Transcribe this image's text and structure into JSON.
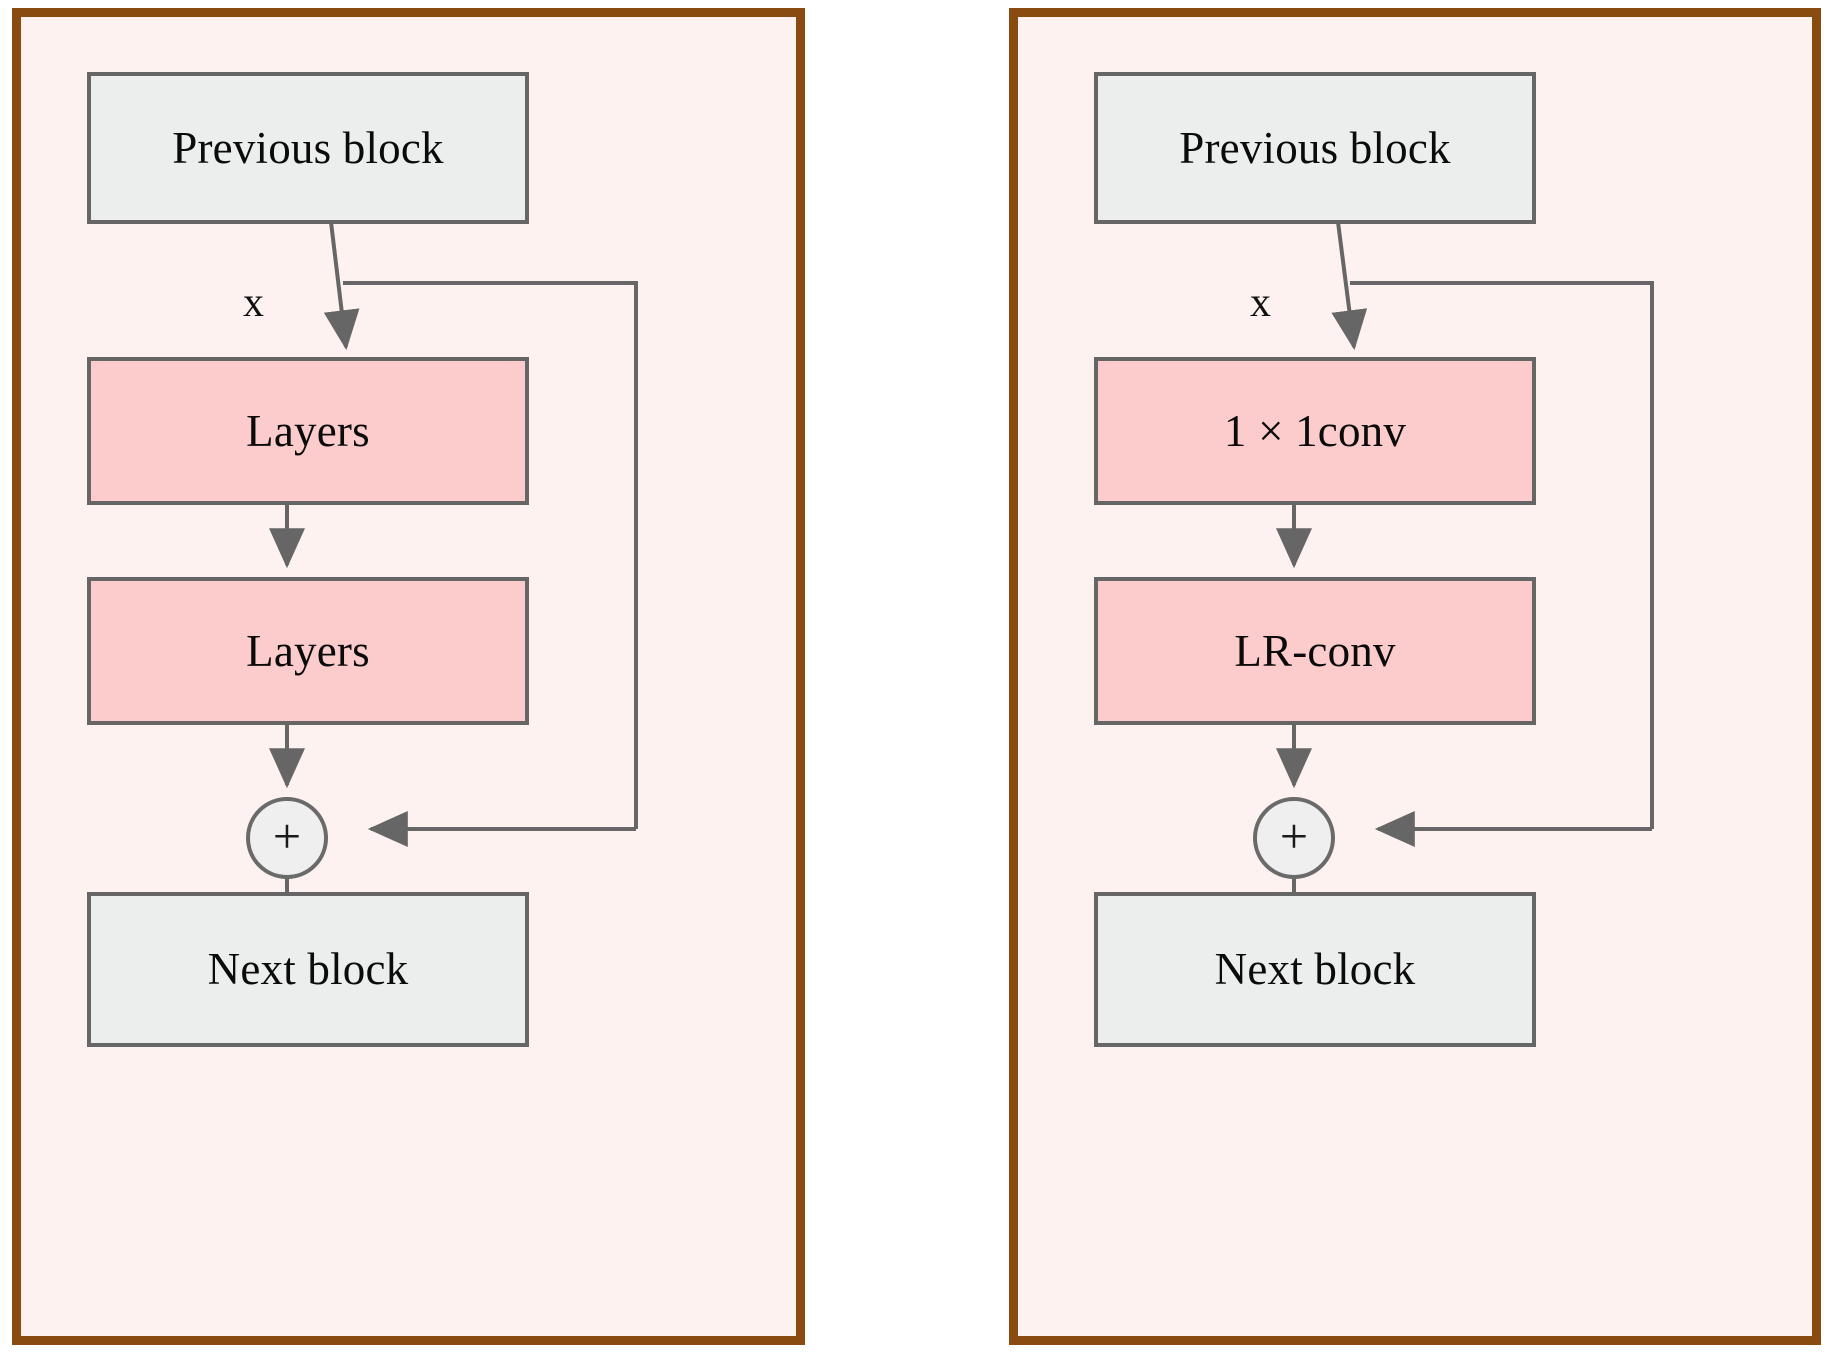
{
  "figure": {
    "background_color": "#ffffff",
    "panel_border_color": "#8a4b10",
    "panel_background_color": "#fdf2ef",
    "gray_node_color": "#eceded",
    "pink_node_color": "#fbcccb",
    "connector_color": "#666666"
  },
  "panels": [
    {
      "id": "left",
      "nodes": {
        "previous_block": "Previous block",
        "first_layers": "Layers",
        "second_layers": "Layers",
        "adder": "+",
        "next_block": "Next block"
      },
      "edge_labels": {
        "identity": "x"
      }
    },
    {
      "id": "right",
      "nodes": {
        "previous_block": "Previous block",
        "first_layers": "1 × 1conv",
        "second_layers": "LR-conv",
        "adder": "+",
        "next_block": "Next block"
      },
      "edge_labels": {
        "identity": "x"
      }
    }
  ]
}
